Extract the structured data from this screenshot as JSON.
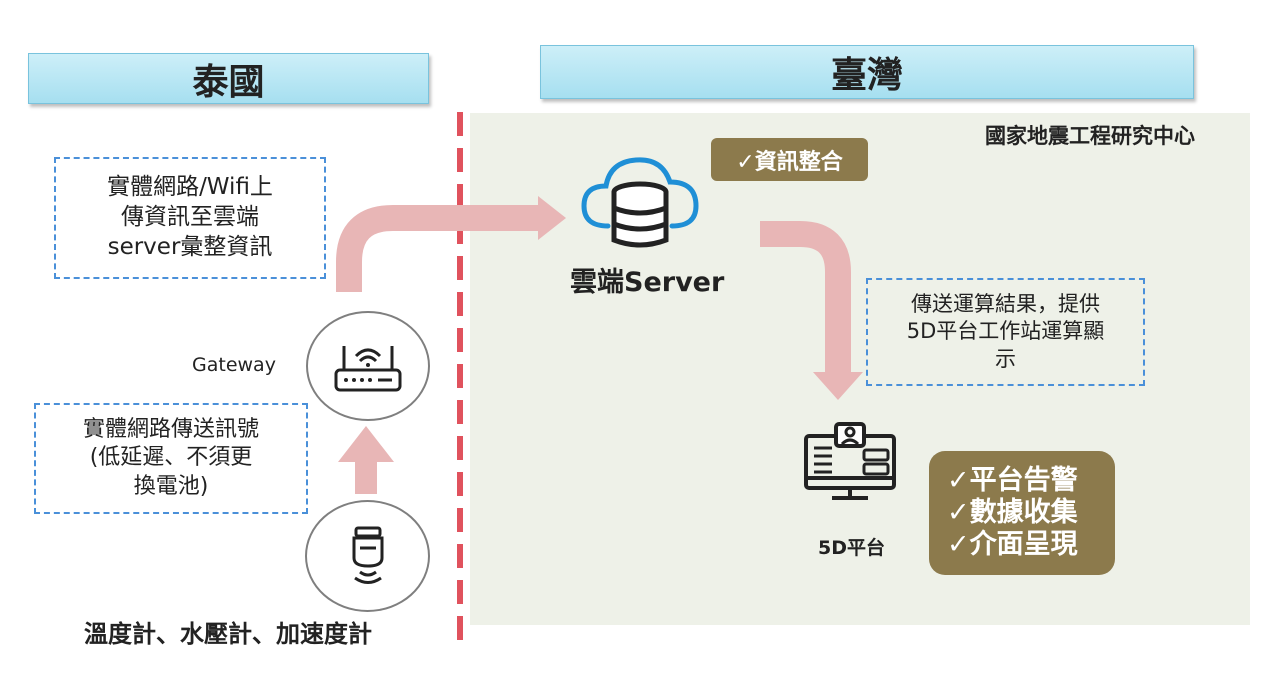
{
  "regions": {
    "thailand": "泰國",
    "taiwan": "臺灣",
    "taiwan_org": "國家地震工程研究中心"
  },
  "notes": {
    "upload": [
      "實體網路/Wifi上",
      "傳資訊至雲端",
      "server彙整資訊"
    ],
    "physical": [
      "實體網路傳送訊號",
      "(低延遲、不須更",
      "換電池)"
    ],
    "result": [
      "傳送運算結果，提供",
      "5D平台工作站運算顯",
      "示"
    ]
  },
  "nodes": {
    "gateway": "Gateway",
    "sensors": "溫度計、水壓計、加速度計",
    "cloud": "雲端Server",
    "platform": "5D平台"
  },
  "badges": {
    "integration": "✓資訊整合",
    "features": [
      "✓平台告警",
      "✓數據收集",
      "✓介面呈現"
    ]
  },
  "colors": {
    "arrow": "#e8b6b6",
    "badge": "#8c7a4c",
    "divider": "#e0525d",
    "dashed_border": "#4a90d9",
    "banner": "#a6dff0",
    "taiwan_zone": "#eef1e8",
    "icon_blue": "#1f8fd6"
  },
  "icons": {
    "cloud": "cloud-database-icon",
    "gateway": "router-icon",
    "sensor": "sensor-icon",
    "platform": "monitor-dashboard-icon"
  }
}
